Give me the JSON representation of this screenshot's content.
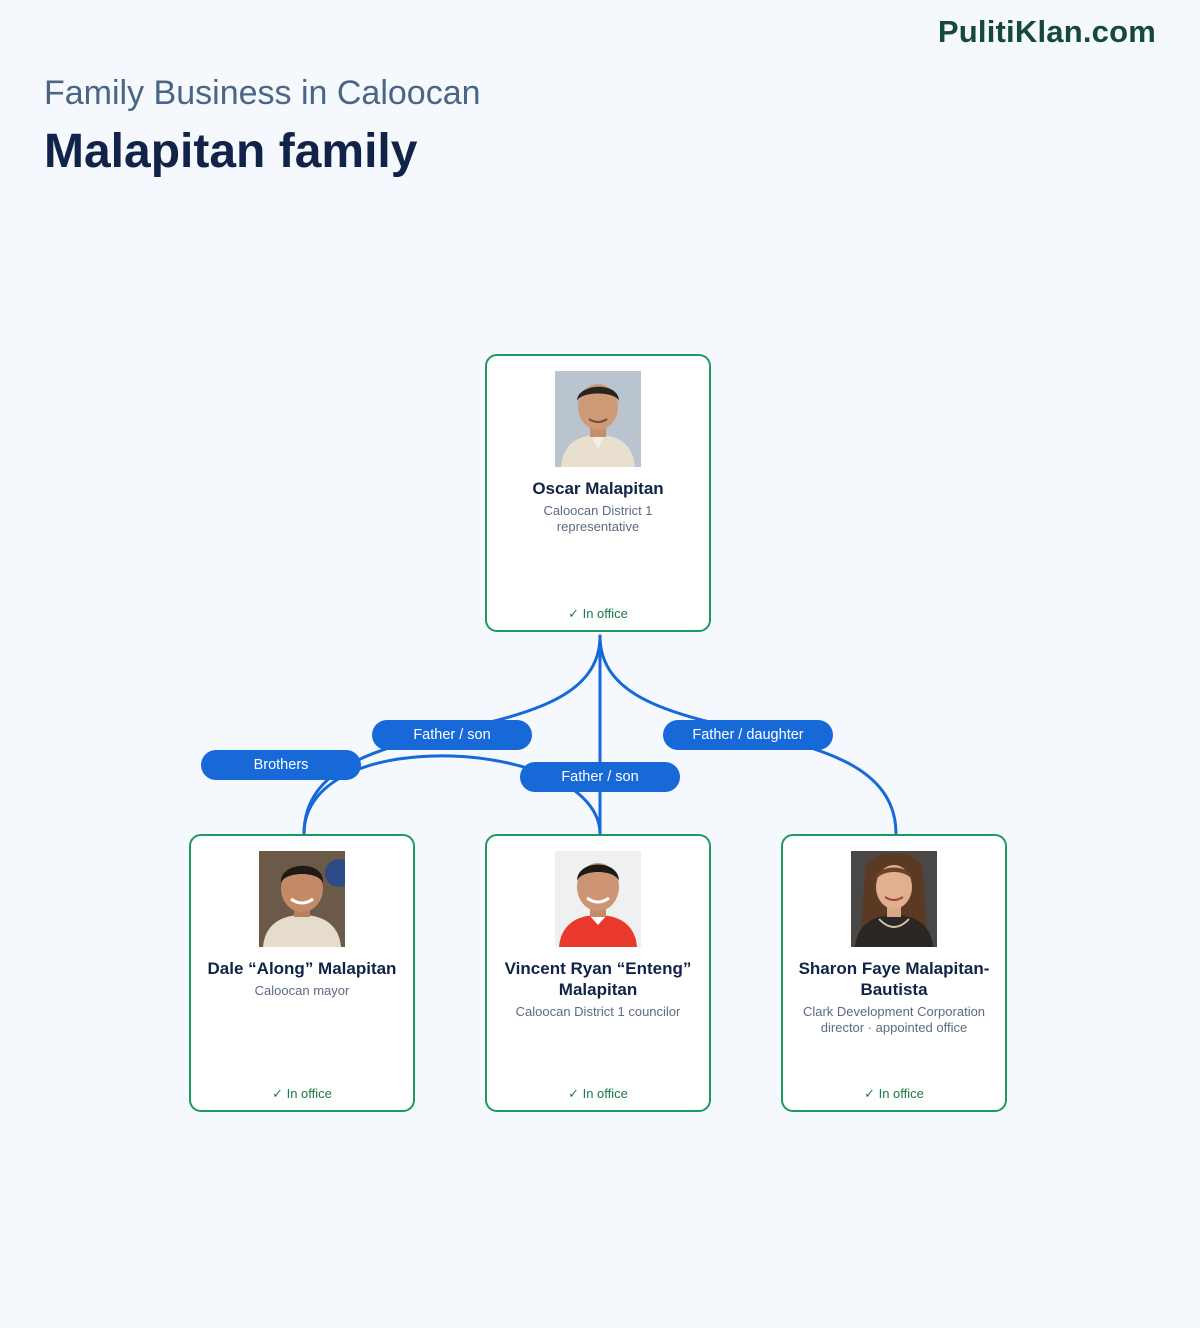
{
  "header": {
    "brand": "PulitiKlan.com",
    "subtitle": "Family Business in Caloocan",
    "title": "Malapitan family"
  },
  "colors": {
    "edge": "#1769d8",
    "card_border": "#1f9a5e",
    "status": "#1a7a45",
    "title": "#112348",
    "background": "#f5f9fe"
  },
  "people": [
    {
      "id": "oscar",
      "name": "Oscar Malapitan",
      "role": "Caloocan District 1 representative",
      "status": "✓ In office",
      "photo": "portrait-oscar"
    },
    {
      "id": "dale",
      "name": "Dale “Along” Malapitan",
      "role": "Caloocan mayor",
      "status": "✓ In office",
      "photo": "portrait-dale"
    },
    {
      "id": "vincent",
      "name": "Vincent Ryan “Enteng” Malapitan",
      "role": "Caloocan District 1 councilor",
      "status": "✓ In office",
      "photo": "portrait-vincent"
    },
    {
      "id": "sharon",
      "name": "Sharon Faye Malapitan-Bautista",
      "role": "Clark Development Corporation director · appointed office",
      "status": "✓ In office",
      "photo": "portrait-sharon"
    }
  ],
  "relations": [
    {
      "from": "oscar",
      "to": "dale",
      "label": "Father / son"
    },
    {
      "from": "dale",
      "to": "vincent",
      "label": "Brothers"
    },
    {
      "from": "oscar",
      "to": "vincent",
      "label": "Father / son"
    },
    {
      "from": "oscar",
      "to": "sharon",
      "label": "Father / daughter"
    }
  ]
}
